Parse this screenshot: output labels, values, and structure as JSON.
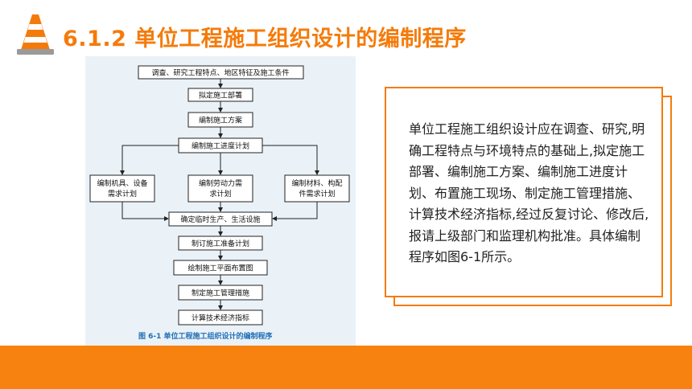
{
  "header": {
    "title": "6.1.2 单位工程施工组织设计的编制程序",
    "logo_icon": "traffic-cone-icon"
  },
  "figure": {
    "steps": {
      "survey": "调查、研究工程特点、地区特征及施工条件",
      "deploy": "拟定施工部署",
      "scheme": "编制施工方案",
      "schedule": "编制施工进度计划",
      "machines_1": "编制机具、设备",
      "machines_2": "需求计划",
      "labor_1": "编制劳动力需",
      "labor_2": "求计划",
      "materials_1": "编制材料、构配",
      "materials_2": "件需求计划",
      "temporary": "确定临时生产、生活设施",
      "preparation": "制订施工准备计划",
      "layout": "绘制施工平面布置图",
      "measures": "制定施工管理措施",
      "indicators": "计算技术经济指标"
    },
    "caption": "图 6-1    单位工程施工组织设计的编制程序"
  },
  "description": {
    "text": "单位工程施工组织设计应在调查、研究,明确工程特点与环境特点的基础上,拟定施工部署、编制施工方案、编制施工进度计划、布置施工现场、制定施工管理措施、计算技术经济指标,经过反复讨论、修改后,报请上级部门和监理机构批准。具体编制程序如图6-1所示。"
  },
  "colors": {
    "accent": "#f47b0b",
    "footer": "#f7820f",
    "caption": "#1f6fb5",
    "panel": "#eaf2f8"
  }
}
